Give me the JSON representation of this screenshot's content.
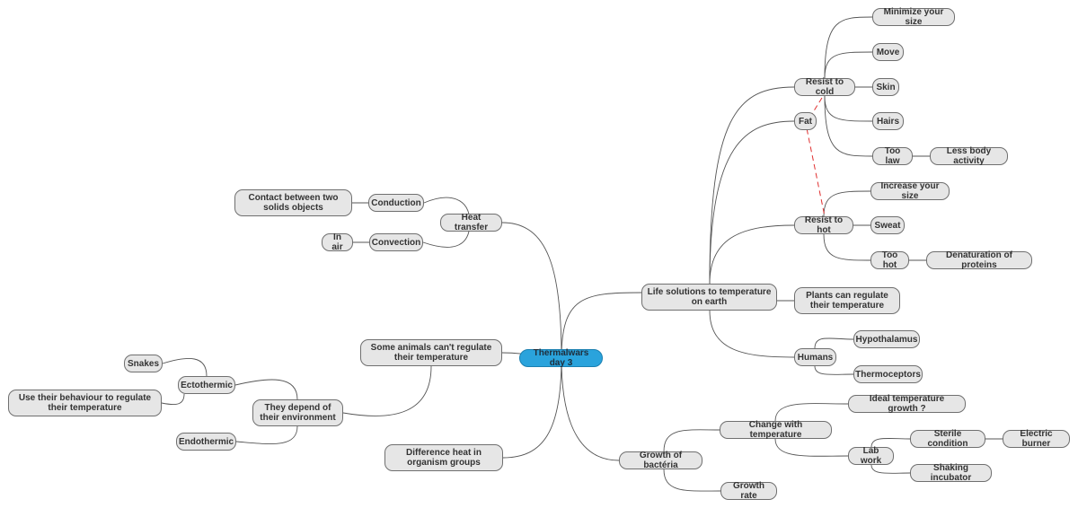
{
  "mindmap": {
    "root": "Thermalwars day 3",
    "nodes": {
      "heat_transfer": "Heat transfer",
      "conduction": "Conduction",
      "contact": "Contact between two solids objects",
      "convection": "Convection",
      "in_air": "In air",
      "some_animals": "Some animals can't regulate their temperature",
      "depend": "They depend of their environment",
      "ectothermic": "Ectothermic",
      "snakes": "Snakes",
      "behaviour": "Use their behaviour to regulate their temperature",
      "endothermic": "Endothermic",
      "difference": "Difference heat in organism groups",
      "life": "Life solutions to temperature on earth",
      "resist_cold": "Resist to cold",
      "minimize": "Minimize your size",
      "move": "Move",
      "skin": "Skin",
      "hairs": "Hairs",
      "too_law": "Too law",
      "less_activity": "Less body activity",
      "fat": "Fat",
      "resist_hot": "Resist to hot",
      "increase": "Increase your size",
      "sweat": "Sweat",
      "too_hot": "Too hot",
      "denaturation": "Denaturation of proteins",
      "plants": "Plants can regulate their temperature",
      "humans": "Humans",
      "hypothalamus": "Hypothalamus",
      "thermoceptors": "Thermoceptors",
      "growth": "Growth of bactéria",
      "change_temp": "Change with temperature",
      "ideal": "Ideal temperature growth ?",
      "lab_work": "Lab work",
      "sterile": "Sterile condition",
      "electric": "Electric burner",
      "shaking": "Shaking incubator",
      "growth_rate": "Growth rate"
    }
  },
  "colors": {
    "root_fill": "#2aa3dc",
    "node_fill": "#e6e6e6",
    "node_border": "#6f6f6f",
    "link": "#555555",
    "relation": "#e03030"
  }
}
